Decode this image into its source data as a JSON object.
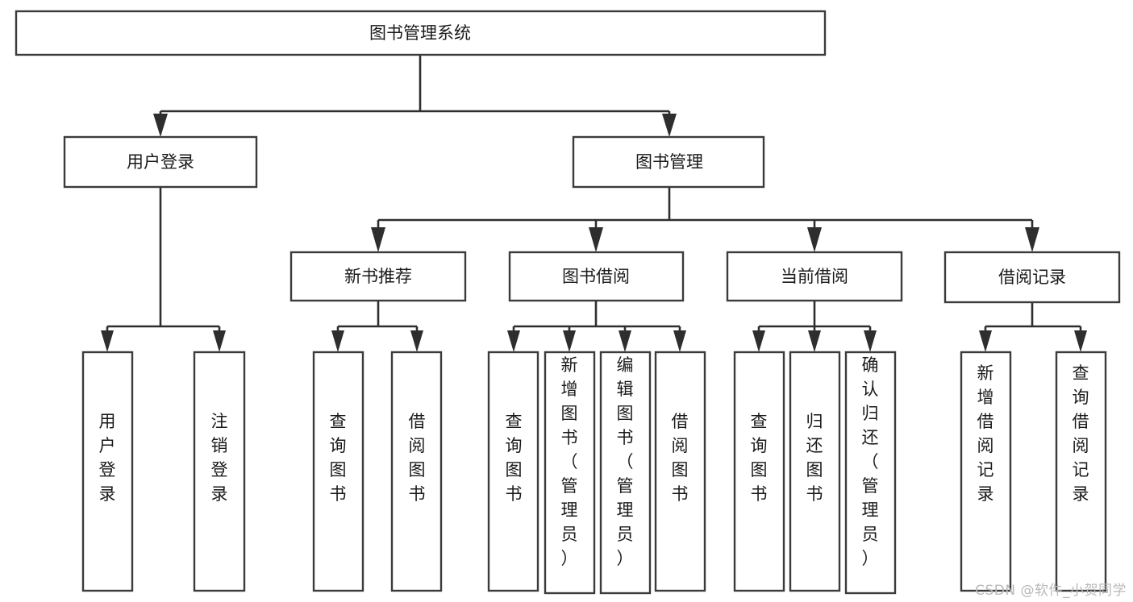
{
  "diagram": {
    "type": "tree-hierarchy",
    "title": "图书管理系统",
    "watermark": "CSDN @软件_小贺同学",
    "colors": {
      "box_stroke": "#3b3b3b",
      "box_fill": "#ffffff",
      "connector": "#2e2e2e",
      "text": "#1a1a1a",
      "watermark": "#b9b9b9",
      "background": "#ffffff"
    },
    "nodes": {
      "root": {
        "label": "图书管理系统",
        "orientation": "horizontal"
      },
      "level2": [
        {
          "label": "用户登录",
          "orientation": "horizontal"
        },
        {
          "label": "图书管理",
          "orientation": "horizontal"
        }
      ],
      "level3": [
        {
          "label": "新书推荐",
          "orientation": "horizontal"
        },
        {
          "label": "图书借阅",
          "orientation": "horizontal"
        },
        {
          "label": "当前借阅",
          "orientation": "horizontal"
        },
        {
          "label": "借阅记录",
          "orientation": "horizontal"
        }
      ],
      "leaves_user_login": [
        {
          "label": "用户登录",
          "orientation": "vertical"
        },
        {
          "label": "注销登录",
          "orientation": "vertical"
        }
      ],
      "leaves_new_book": [
        {
          "label": "查询图书",
          "orientation": "vertical"
        },
        {
          "label": "借阅图书",
          "orientation": "vertical"
        }
      ],
      "leaves_book_borrow": [
        {
          "label": "查询图书",
          "orientation": "vertical"
        },
        {
          "label": "新增图书（管理员）",
          "orientation": "vertical"
        },
        {
          "label": "编辑图书（管理员）",
          "orientation": "vertical"
        },
        {
          "label": "借阅图书",
          "orientation": "vertical"
        }
      ],
      "leaves_current_borrow": [
        {
          "label": "查询图书",
          "orientation": "vertical"
        },
        {
          "label": "归还图书",
          "orientation": "vertical"
        },
        {
          "label": "确认归还（管理员）",
          "orientation": "vertical"
        }
      ],
      "leaves_borrow_record": [
        {
          "label": "新增借阅记录",
          "orientation": "vertical"
        },
        {
          "label": "查询借阅记录",
          "orientation": "vertical"
        }
      ]
    },
    "edges": [
      {
        "from": "图书管理系统",
        "to": "用户登录"
      },
      {
        "from": "图书管理系统",
        "to": "图书管理"
      },
      {
        "from": "图书管理",
        "to": "新书推荐"
      },
      {
        "from": "图书管理",
        "to": "图书借阅"
      },
      {
        "from": "图书管理",
        "to": "当前借阅"
      },
      {
        "from": "图书管理",
        "to": "借阅记录"
      },
      {
        "from": "用户登录",
        "to": "用户登录"
      },
      {
        "from": "用户登录",
        "to": "注销登录"
      },
      {
        "from": "新书推荐",
        "to": "查询图书"
      },
      {
        "from": "新书推荐",
        "to": "借阅图书"
      },
      {
        "from": "图书借阅",
        "to": "查询图书"
      },
      {
        "from": "图书借阅",
        "to": "新增图书（管理员）"
      },
      {
        "from": "图书借阅",
        "to": "编辑图书（管理员）"
      },
      {
        "from": "图书借阅",
        "to": "借阅图书"
      },
      {
        "from": "当前借阅",
        "to": "查询图书"
      },
      {
        "from": "当前借阅",
        "to": "归还图书"
      },
      {
        "from": "当前借阅",
        "to": "确认归还（管理员）"
      },
      {
        "from": "借阅记录",
        "to": "新增借阅记录"
      },
      {
        "from": "借阅记录",
        "to": "查询借阅记录"
      }
    ]
  }
}
